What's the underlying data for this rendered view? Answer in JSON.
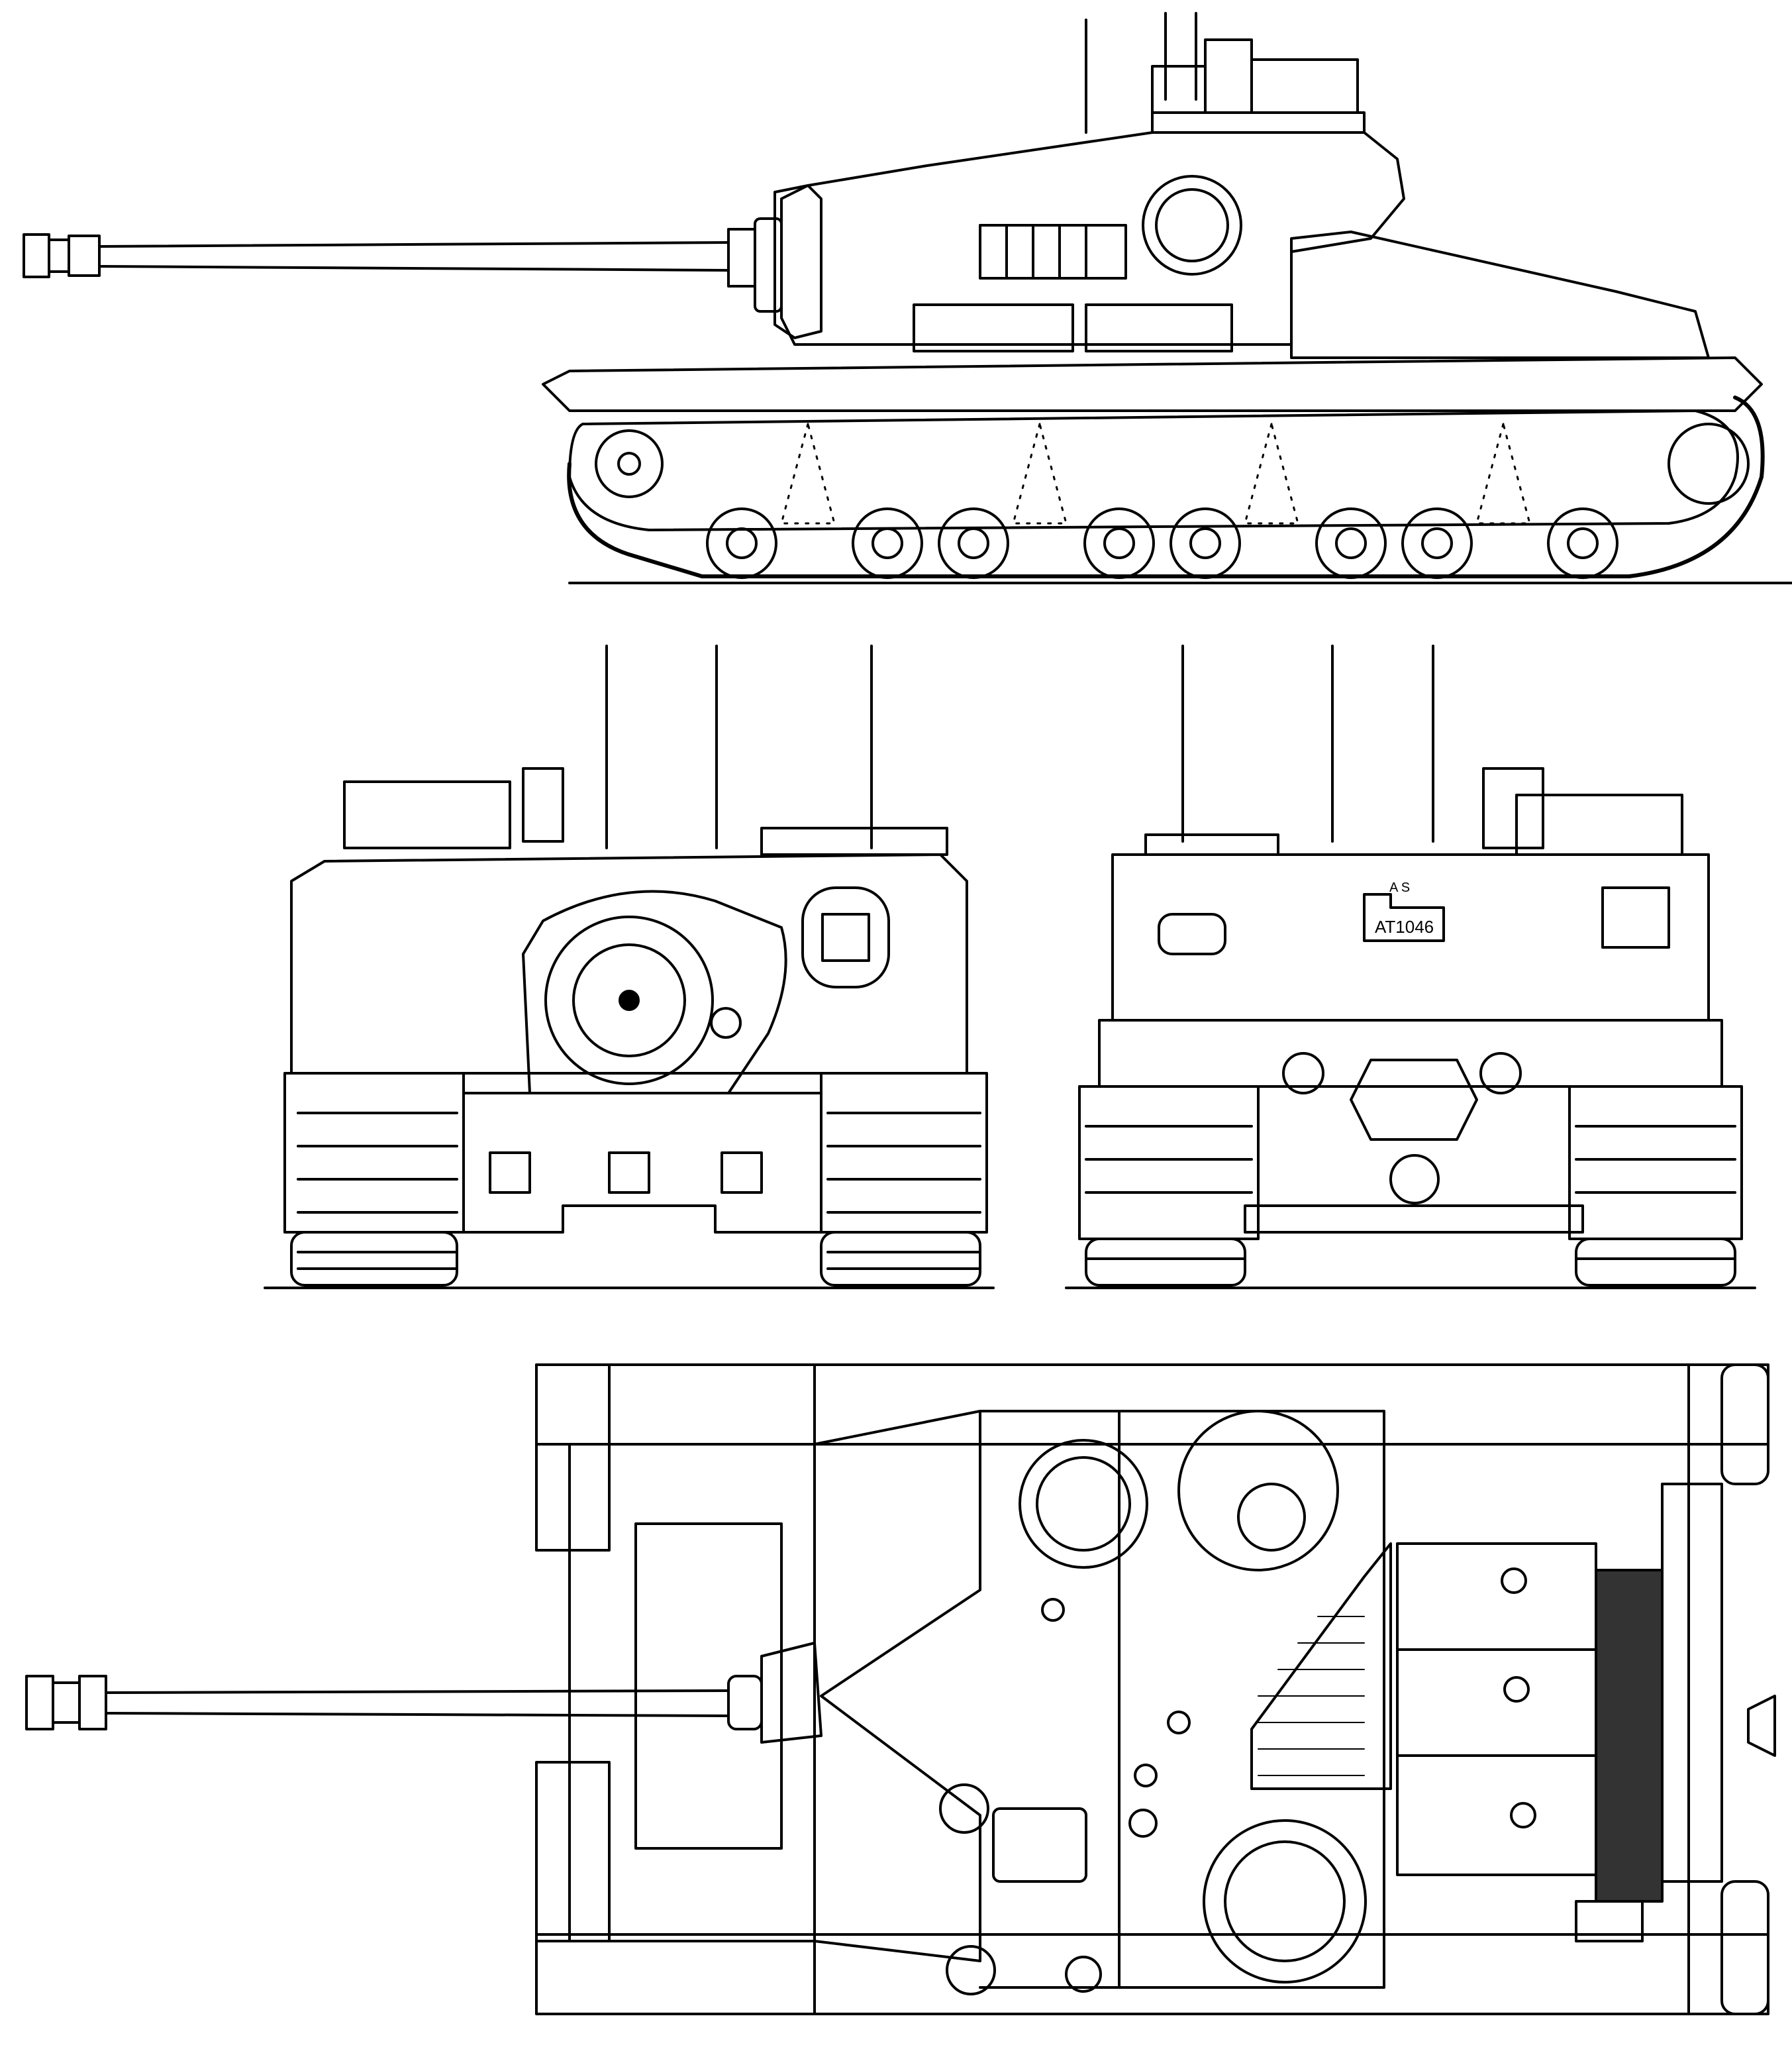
{
  "drawing": {
    "ink_color": "#000000",
    "paper_color": "#ffffff",
    "views": [
      "side-view",
      "front-view",
      "rear-view",
      "top-view"
    ]
  },
  "markings": {
    "rear_plate_code": "AT1046",
    "rear_plate_small": "A S"
  }
}
